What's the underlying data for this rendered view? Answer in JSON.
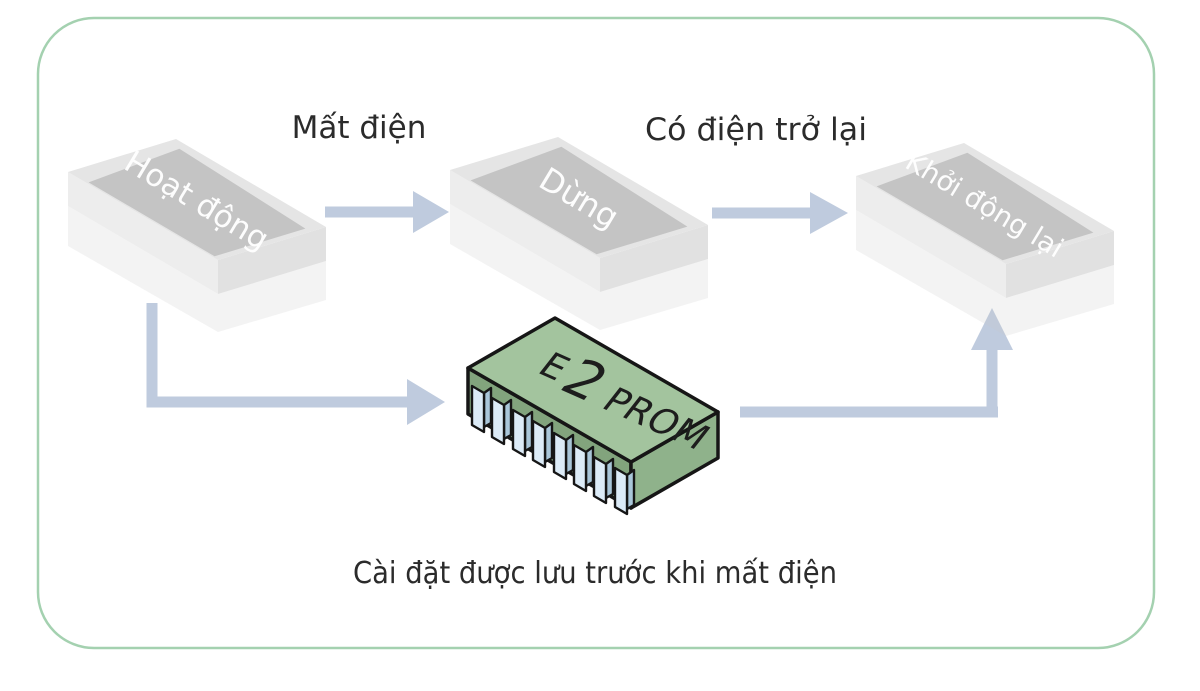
{
  "diagram": {
    "caption": "Cài đặt được lưu trước khi mất điện",
    "states": [
      {
        "label": "Hoạt động"
      },
      {
        "label": "Dừng"
      },
      {
        "label": "Khởi động lại"
      }
    ],
    "transitions": [
      {
        "label": "Mất điện"
      },
      {
        "label": "Có điện trở lại"
      }
    ],
    "chip": {
      "letter": "E",
      "exponent": "2",
      "rest": "PROM"
    },
    "colors": {
      "border": "#a4d1b0",
      "arrow": "#bfcbde",
      "tray_rim": "#e5e5e5",
      "tray_floor": "#c4c4c4",
      "tray_wall_left": "#ededed",
      "tray_wall_right": "#e1e1e1",
      "tray_reflection": "#c9c9c9",
      "state_label": "#ffffff",
      "text_dark": "#2b2b2b",
      "chip_top": "#a3c49e",
      "chip_front": "#82a47d",
      "chip_right": "#8fb28b",
      "chip_outline": "#161616",
      "chip_text": "#1d1d1d",
      "pin_front": "#dcebf7",
      "pin_side": "#a9c6d9"
    }
  }
}
